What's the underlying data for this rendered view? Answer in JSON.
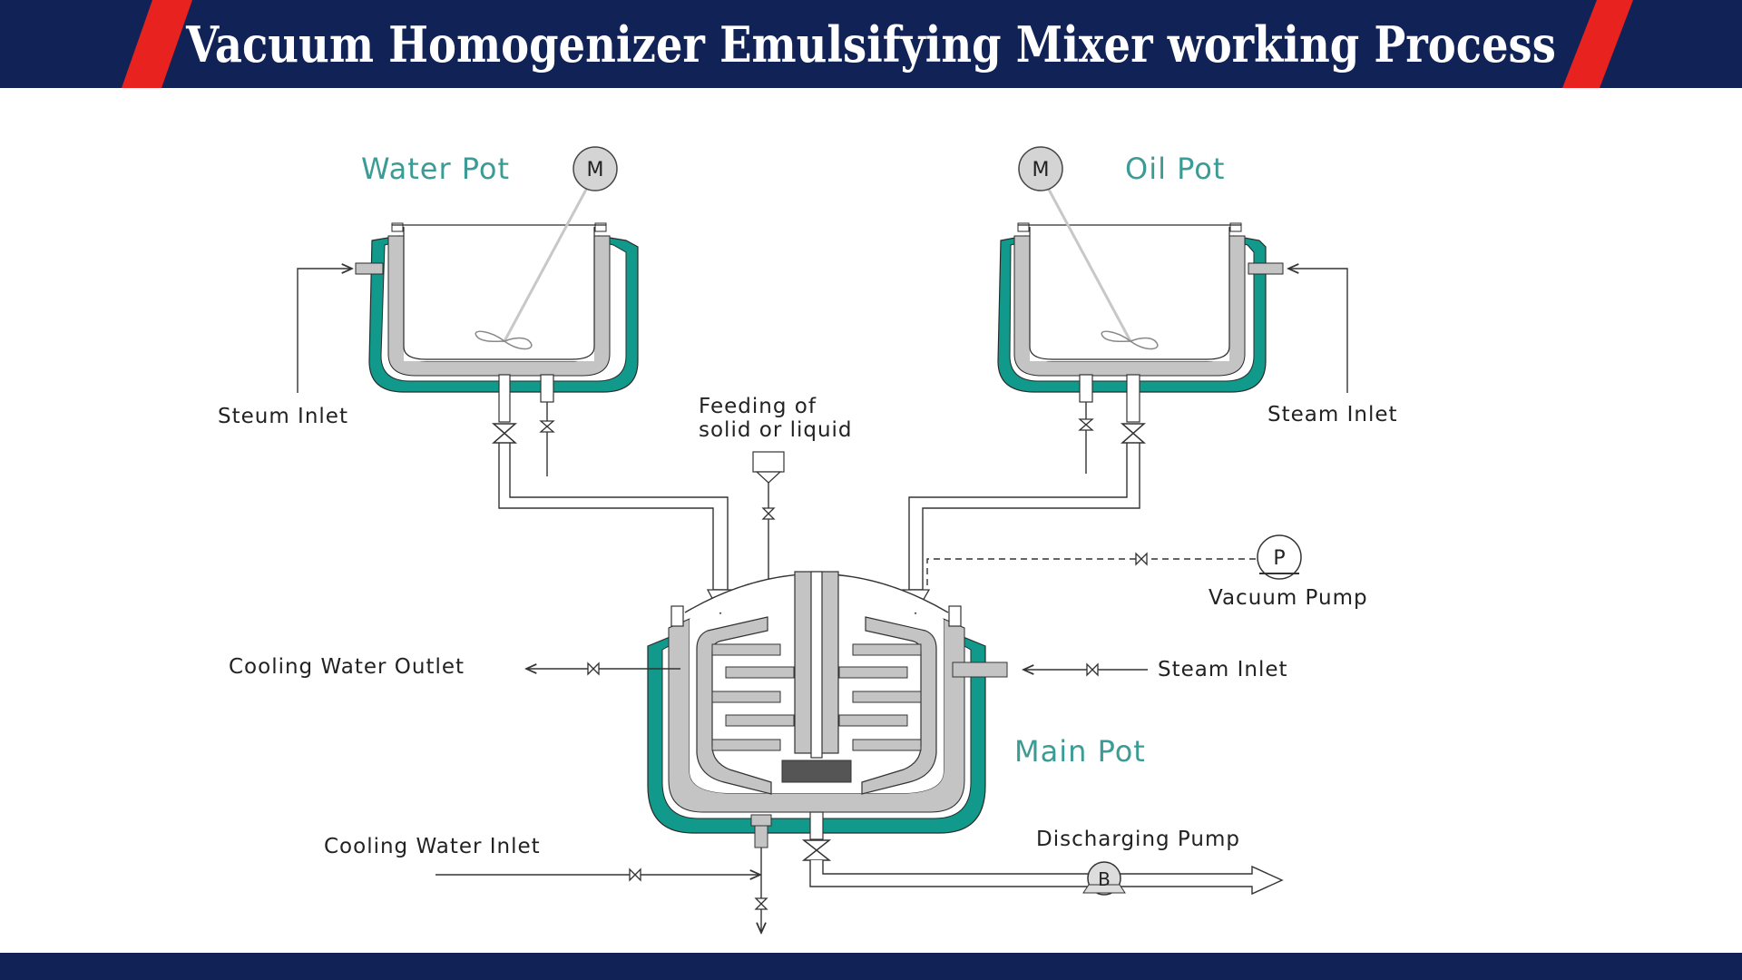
{
  "header": {
    "title": "Vacuum  Homogenizer Emulsifying Mixer working Process"
  },
  "colors": {
    "navy": "#112257",
    "red_stripe": "#e8231f",
    "jacket_teal": "#119a8b",
    "inner_gray": "#c4c4c4",
    "label_teal": "#3c9b95"
  },
  "diagram": {
    "water_pot": {
      "label": "Water Pot",
      "motor": "M"
    },
    "oil_pot": {
      "label": "Oil Pot",
      "motor": "M"
    },
    "main_pot": {
      "label": "Main Pot"
    },
    "labels": {
      "steam_inlet_left": "Steum Inlet",
      "steam_inlet_right": "Steam Inlet",
      "feeding_line1": "Feeding of",
      "feeding_line2": "solid or liquid",
      "vacuum_pump": "Vacuum Pump",
      "vacuum_pump_symbol": "P",
      "cooling_water_outlet": "Cooling Water Outlet",
      "steam_inlet_main": "Steam Inlet",
      "cooling_water_inlet": "Cooling Water Inlet",
      "discharging_pump": "Discharging Pump",
      "discharging_pump_symbol": "B"
    }
  }
}
